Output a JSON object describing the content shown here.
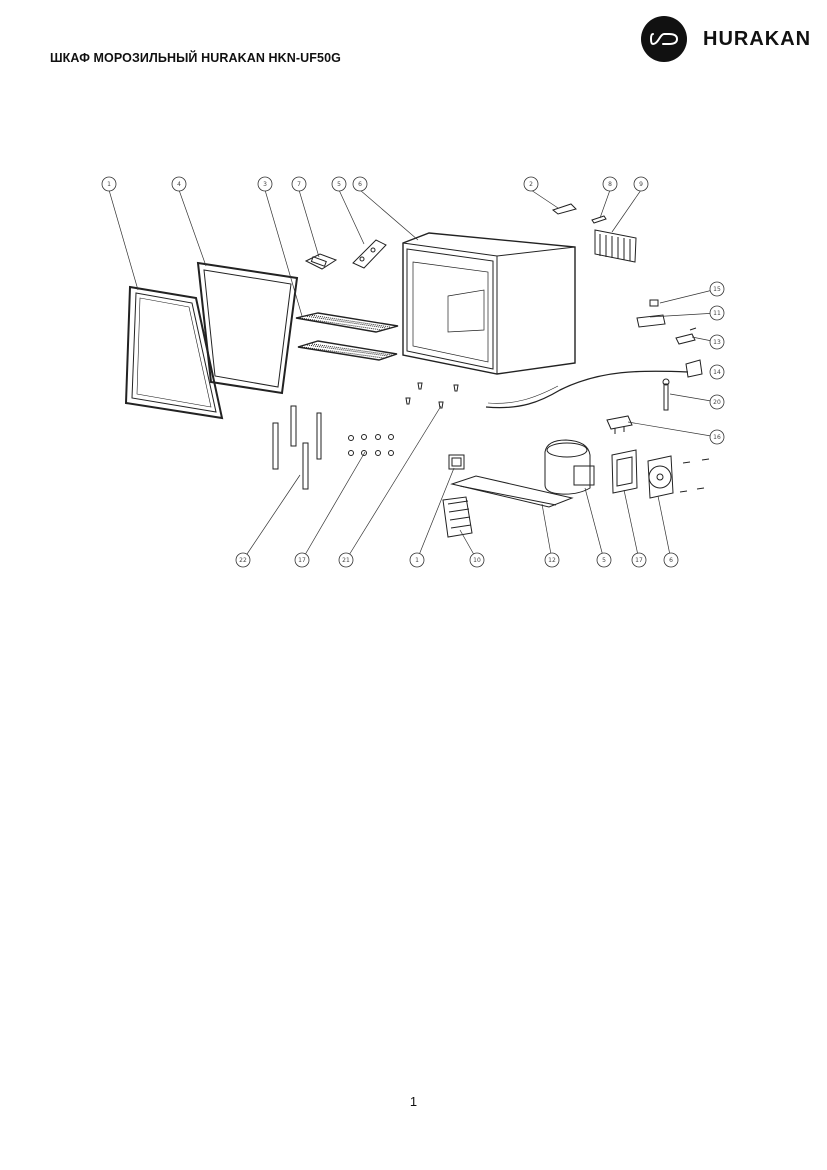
{
  "header": {
    "title": "ШКАФ МОРОЗИЛЬНЫЙ HURAKAN HKN-UF50G",
    "brand": "HURAKAN",
    "logo_icon": "wave-loop-logo-icon"
  },
  "diagram": {
    "callouts": [
      "1",
      "4",
      "3",
      "7",
      "5",
      "6",
      "2",
      "8",
      "9",
      "15",
      "11",
      "13",
      "14",
      "20",
      "16",
      "22",
      "17",
      "21",
      "1",
      "10",
      "12",
      "5",
      "17",
      "6"
    ]
  },
  "footer": {
    "page_number": "1"
  }
}
